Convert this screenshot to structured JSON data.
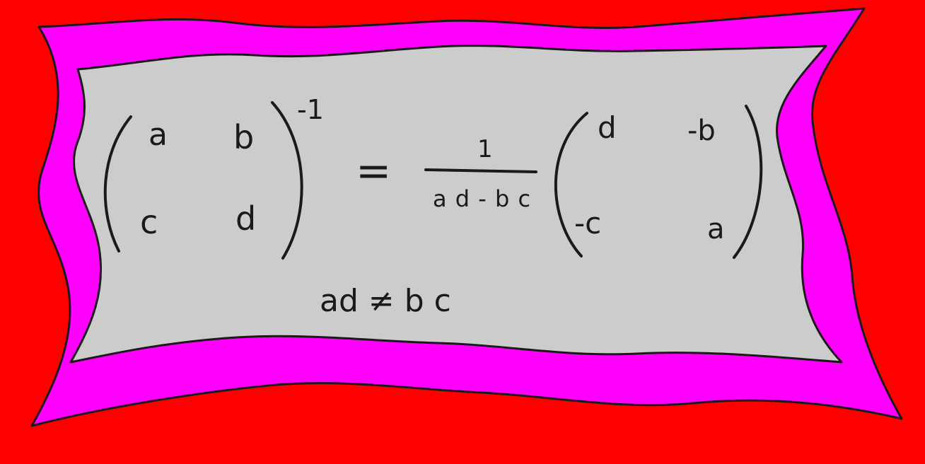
{
  "colors": {
    "background": "#ff0000",
    "frame": "#ff00ff",
    "panel": "#cccccc",
    "ink": "#1a1a1a"
  },
  "formula": {
    "matrix_left": {
      "a": "a",
      "b": "b",
      "c": "c",
      "d": "d"
    },
    "exponent": "-1",
    "equals": "=",
    "fraction": {
      "numerator": "1",
      "denominator": "a d - b c"
    },
    "matrix_right": {
      "top_left": "d",
      "top_right": "-b",
      "bottom_left": "-c",
      "bottom_right": "a"
    },
    "condition": "ad ≠ b c"
  }
}
